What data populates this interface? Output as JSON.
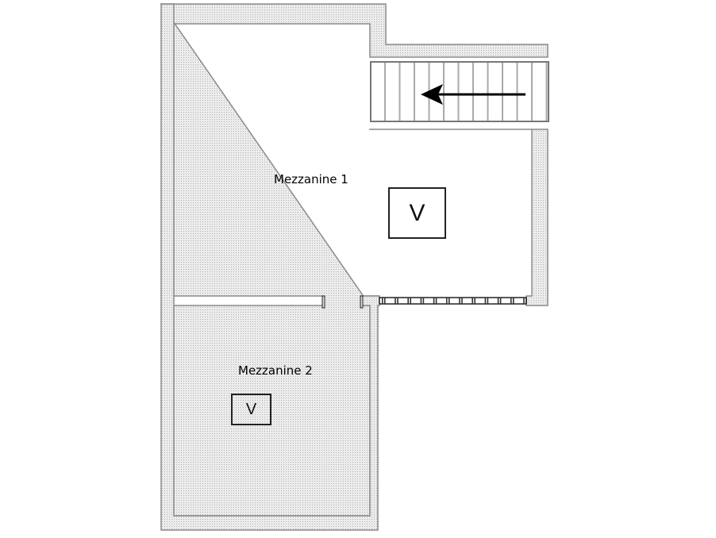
{
  "rooms": [
    {
      "name": "Mezzanine 1",
      "marker": "V"
    },
    {
      "name": "Mezzanine 2",
      "marker": "V"
    }
  ],
  "stairs": {
    "direction": "left"
  },
  "colors": {
    "wall_fill": "#e4e4e4",
    "wall_stroke": "#8a8a8a",
    "ink": "#111111"
  }
}
